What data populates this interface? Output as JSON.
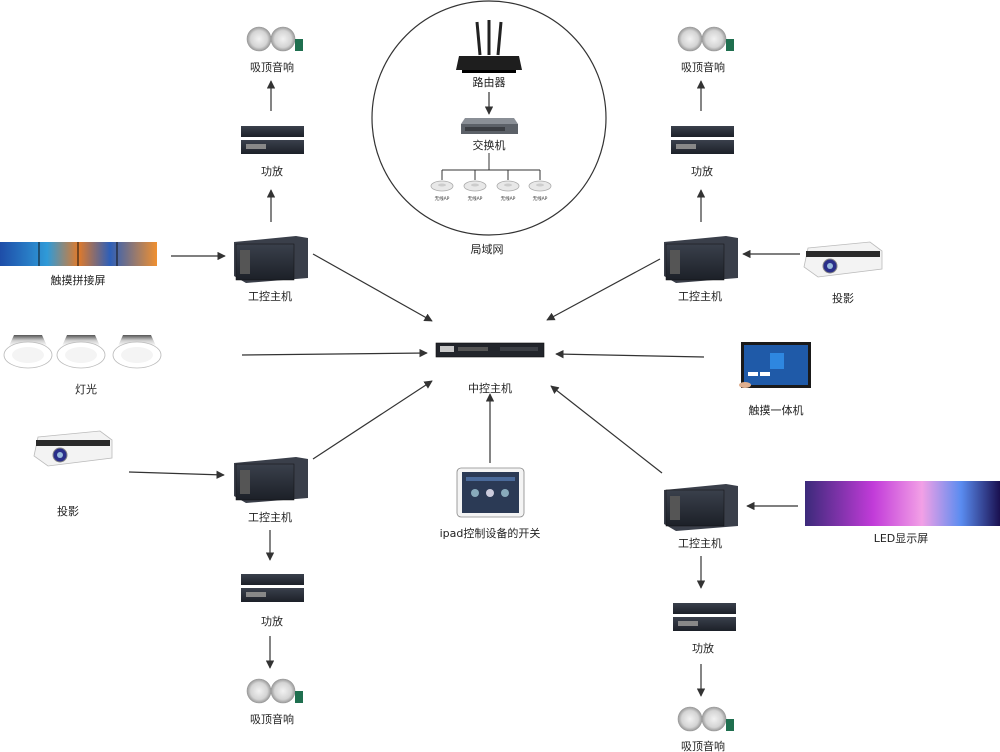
{
  "labels": {
    "router": "路由器",
    "switch": "交换机",
    "lan": "局域网",
    "ap": "无线AP",
    "central": "中控主机",
    "ipad": "ipad控制设备的开关",
    "touch_panel": "触摸一体机",
    "led": "LED显示屏",
    "ipc_tl": "工控主机",
    "ipc_tr": "工控主机",
    "ipc_bl": "工控主机",
    "ipc_br": "工控主机",
    "amp_tl": "功放",
    "amp_tr": "功放",
    "amp_bl": "功放",
    "amp_br": "功放",
    "spk_tl": "吸顶音响",
    "spk_tr": "吸顶音响",
    "spk_bl": "吸顶音响",
    "spk_br": "吸顶音响",
    "touch_splice": "触摸拼接屏",
    "lights": "灯光",
    "projector_l": "投影",
    "projector_r": "投影"
  },
  "colors": {
    "device_dark": "#2a2f3a",
    "speaker_green": "#1f6f4f",
    "edge": "#333333"
  }
}
